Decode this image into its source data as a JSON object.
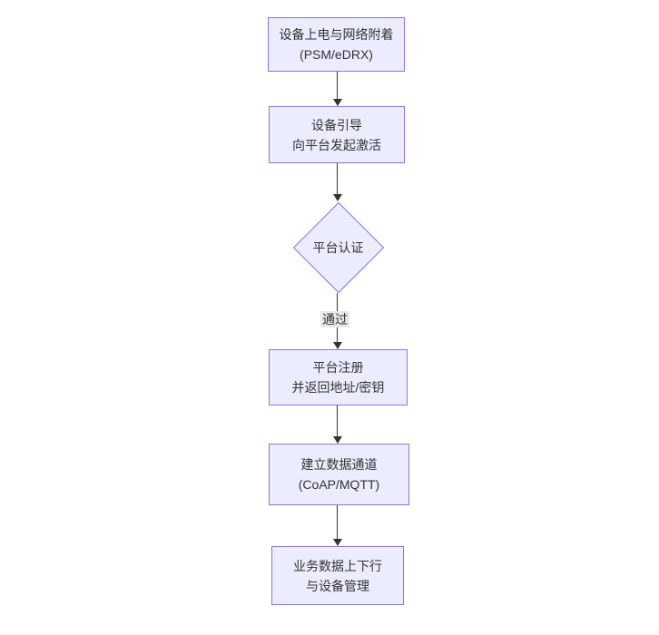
{
  "diagram": {
    "type": "flowchart-top-down",
    "theme": {
      "background": "#ffffff",
      "node_fill": "#ECECFF",
      "node_border": "#9370DB",
      "text_color": "#333333",
      "arrow_color": "#333333",
      "edge_label_bg": "#e8e8e8"
    },
    "nodes": [
      {
        "id": "power-attach",
        "shape": "rect",
        "label_lines": [
          "设备上电与网络附着",
          "(PSM/eDRX)"
        ]
      },
      {
        "id": "bootstrap",
        "shape": "rect",
        "label_lines": [
          "设备引导",
          "向平台发起激活"
        ]
      },
      {
        "id": "auth",
        "shape": "diamond",
        "label_lines": [
          "平台认证"
        ]
      },
      {
        "id": "register",
        "shape": "rect",
        "label_lines": [
          "平台注册",
          "并返回地址/密钥"
        ]
      },
      {
        "id": "channel",
        "shape": "rect",
        "label_lines": [
          "建立数据通道",
          "(CoAP/MQTT)"
        ]
      },
      {
        "id": "business",
        "shape": "rect",
        "label_lines": [
          "业务数据上下行",
          "与设备管理"
        ]
      }
    ],
    "edges": [
      {
        "from": "power-attach",
        "to": "bootstrap",
        "label": ""
      },
      {
        "from": "bootstrap",
        "to": "auth",
        "label": ""
      },
      {
        "from": "auth",
        "to": "register",
        "label": "通过"
      },
      {
        "from": "register",
        "to": "channel",
        "label": ""
      },
      {
        "from": "channel",
        "to": "business",
        "label": ""
      }
    ]
  }
}
